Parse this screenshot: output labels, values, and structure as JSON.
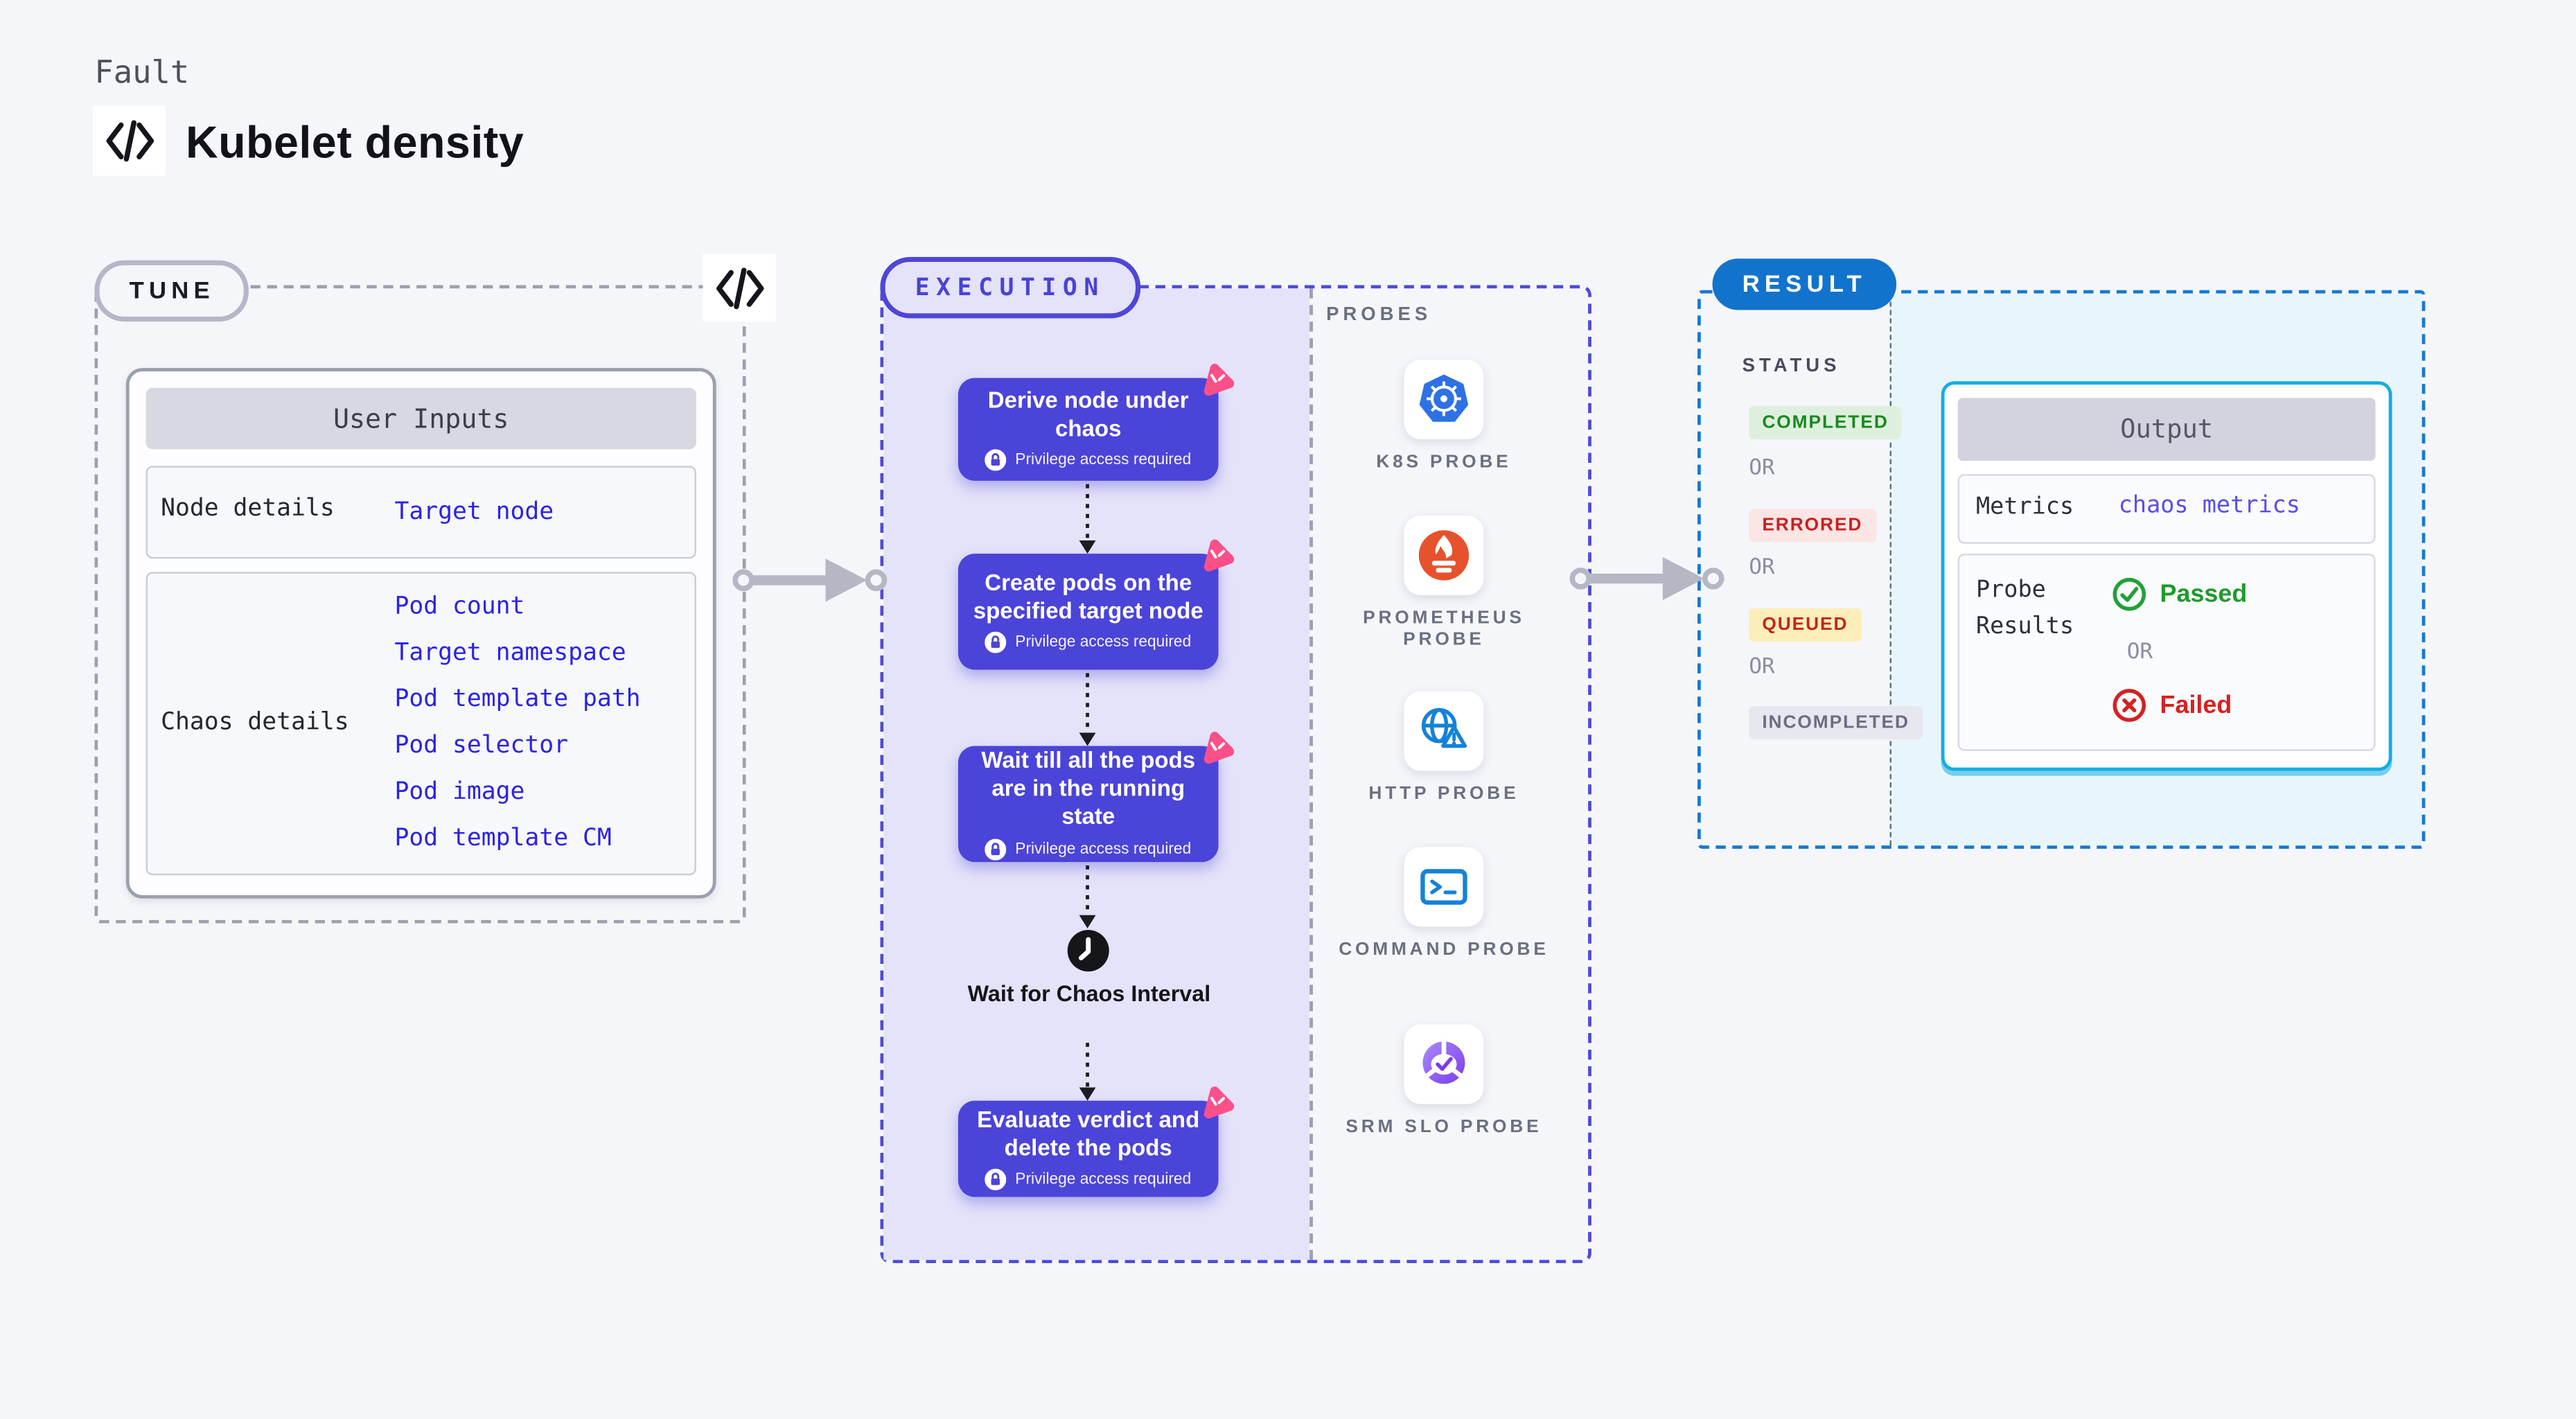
{
  "page": {
    "eyebrow": "Fault",
    "title": "Kubelet density"
  },
  "tune": {
    "badge": "TUNE",
    "table": {
      "header": "User Inputs",
      "rows": [
        {
          "label": "Node details",
          "values": [
            "Target node"
          ]
        },
        {
          "label": "Chaos details",
          "values": [
            "Pod count",
            "Target namespace",
            "Pod template path",
            "Pod selector",
            "Pod image",
            "Pod template CM"
          ]
        }
      ]
    }
  },
  "execution": {
    "badge": "EXECUTION",
    "privilege_label": "Privilege access required",
    "steps": [
      "Derive node under chaos",
      "Create pods on the specified target node",
      "Wait till all the pods are in the running state",
      "Evaluate verdict and delete the pods"
    ],
    "wait_label": "Wait for Chaos Interval"
  },
  "probes": {
    "heading": "PROBES",
    "items": [
      {
        "label": "K8S PROBE",
        "icon": "kubernetes-icon"
      },
      {
        "label": "PROMETHEUS PROBE",
        "icon": "prometheus-icon"
      },
      {
        "label": "HTTP PROBE",
        "icon": "globe-warning-icon"
      },
      {
        "label": "COMMAND PROBE",
        "icon": "terminal-icon"
      },
      {
        "label": "SRM SLO PROBE",
        "icon": "slo-pie-check-icon"
      }
    ]
  },
  "result": {
    "badge": "RESULT",
    "status": {
      "heading": "STATUS",
      "or_label": "OR",
      "badges": [
        {
          "label": "COMPLETED",
          "type": "completed"
        },
        {
          "label": "ERRORED",
          "type": "errored"
        },
        {
          "label": "QUEUED",
          "type": "queued"
        },
        {
          "label": "INCOMPLETED",
          "type": "incompleted"
        }
      ]
    },
    "output": {
      "header": "Output",
      "metrics_label": "Metrics",
      "metrics_value": "chaos metrics",
      "probe_label": "Probe Results",
      "passed_label": "Passed",
      "or_label": "OR",
      "failed_label": "Failed"
    }
  },
  "icons": [
    "code-icon",
    "litmus-chaos-icon",
    "lock-icon",
    "clock-icon",
    "flow-arrow-icon",
    "check-circle-icon",
    "x-circle-icon"
  ],
  "colors": {
    "page_bg": "#f5f6fa",
    "indigo_step": "#4b44d8",
    "lavender": "#e4e3f9",
    "indigo_border": "#4f46d6",
    "link_blue": "#2b22e5",
    "metrics_violet": "#5a4ce9",
    "result_blue": "#1273cc",
    "result_dash": "#1778d2",
    "cyan_border": "#14ade4",
    "cyan_bg": "#e8f5fb",
    "green": "#1d9b2d",
    "red": "#d62121",
    "pink": "#fa5089",
    "completed_bg": "#def0dd",
    "completed_fg": "#178a1f",
    "errored_bg": "#fbe5e5",
    "errored_fg": "#cc1e1e",
    "queued_bg": "#fdeeb9",
    "queued_fg": "#c2251c",
    "incompleted_bg": "#e7e7f0",
    "incompleted_fg": "#6c6c82",
    "kubernetes_blue": "#2e71e5",
    "prometheus_orange": "#e6522c",
    "http_blue": "#1482d8",
    "srm_purple": "#7c3aed",
    "arrow_gray": "#b5b7c5"
  }
}
